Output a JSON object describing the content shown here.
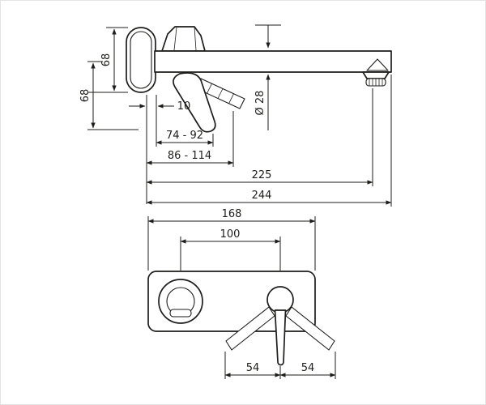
{
  "style": {
    "background": "#ffffff",
    "line_color": "#1d1d1b"
  },
  "side_view": {
    "dim_plate_diameter": "68",
    "dim_outlet_height": "68",
    "dim_plate_depth": "10",
    "dim_spout_diameter": "Ø 28",
    "dim_lever_projection": "74 - 92",
    "dim_lever_projection_max": "86 - 114",
    "dim_outlet_projection": "225",
    "dim_total_projection": "244"
  },
  "front_view": {
    "dim_plate_width": "168",
    "dim_center_distance": "100",
    "dim_lever_swing_left": "54",
    "dim_lever_swing_right": "54"
  }
}
